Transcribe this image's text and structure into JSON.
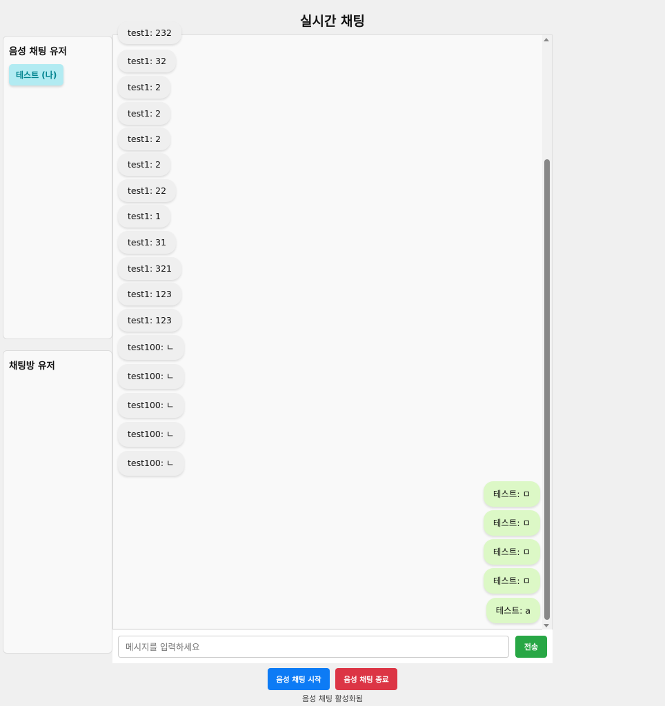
{
  "header": {
    "title": "실시간 채팅"
  },
  "voice_users": {
    "title": "음성 채팅 유저",
    "users": [
      "테스트 (나)"
    ]
  },
  "room_users": {
    "title": "채팅방 유저"
  },
  "messages": [
    {
      "text": "test1: 232",
      "side": "other"
    },
    {
      "text": "test1: 32",
      "side": "other"
    },
    {
      "text": "test1: 2",
      "side": "other"
    },
    {
      "text": "test1: 2",
      "side": "other"
    },
    {
      "text": "test1: 2",
      "side": "other"
    },
    {
      "text": "test1: 2",
      "side": "other"
    },
    {
      "text": "test1: 22",
      "side": "other"
    },
    {
      "text": "test1: 1",
      "side": "other"
    },
    {
      "text": "test1: 31",
      "side": "other"
    },
    {
      "text": "test1: 321",
      "side": "other"
    },
    {
      "text": "test1: 123",
      "side": "other"
    },
    {
      "text": "test1: 123",
      "side": "other"
    },
    {
      "text": "test100: ㄴ",
      "side": "other"
    },
    {
      "text": "test100: ㄴ",
      "side": "other"
    },
    {
      "text": "test100: ㄴ",
      "side": "other"
    },
    {
      "text": "test100: ㄴ",
      "side": "other"
    },
    {
      "text": "test100: ㄴ",
      "side": "other"
    },
    {
      "text": "테스트: ㅁ",
      "side": "mine"
    },
    {
      "text": "테스트: ㅁ",
      "side": "mine"
    },
    {
      "text": "테스트: ㅁ",
      "side": "mine"
    },
    {
      "text": "테스트: ㅁ",
      "side": "mine"
    },
    {
      "text": "테스트: a",
      "side": "mine"
    }
  ],
  "input": {
    "placeholder": "메시지를 입력하세요",
    "send_label": "전송"
  },
  "voice_controls": {
    "start_label": "음성 채팅 시작",
    "end_label": "음성 채팅 종료",
    "status": "음성 채팅 활성화됨"
  },
  "colors": {
    "other_bubble": "#efefef",
    "mine_bubble": "#dcf8c6",
    "send": "#28a745",
    "start": "#0d7bf5",
    "end": "#dc3545",
    "user_chip": "#b2ebf2"
  }
}
